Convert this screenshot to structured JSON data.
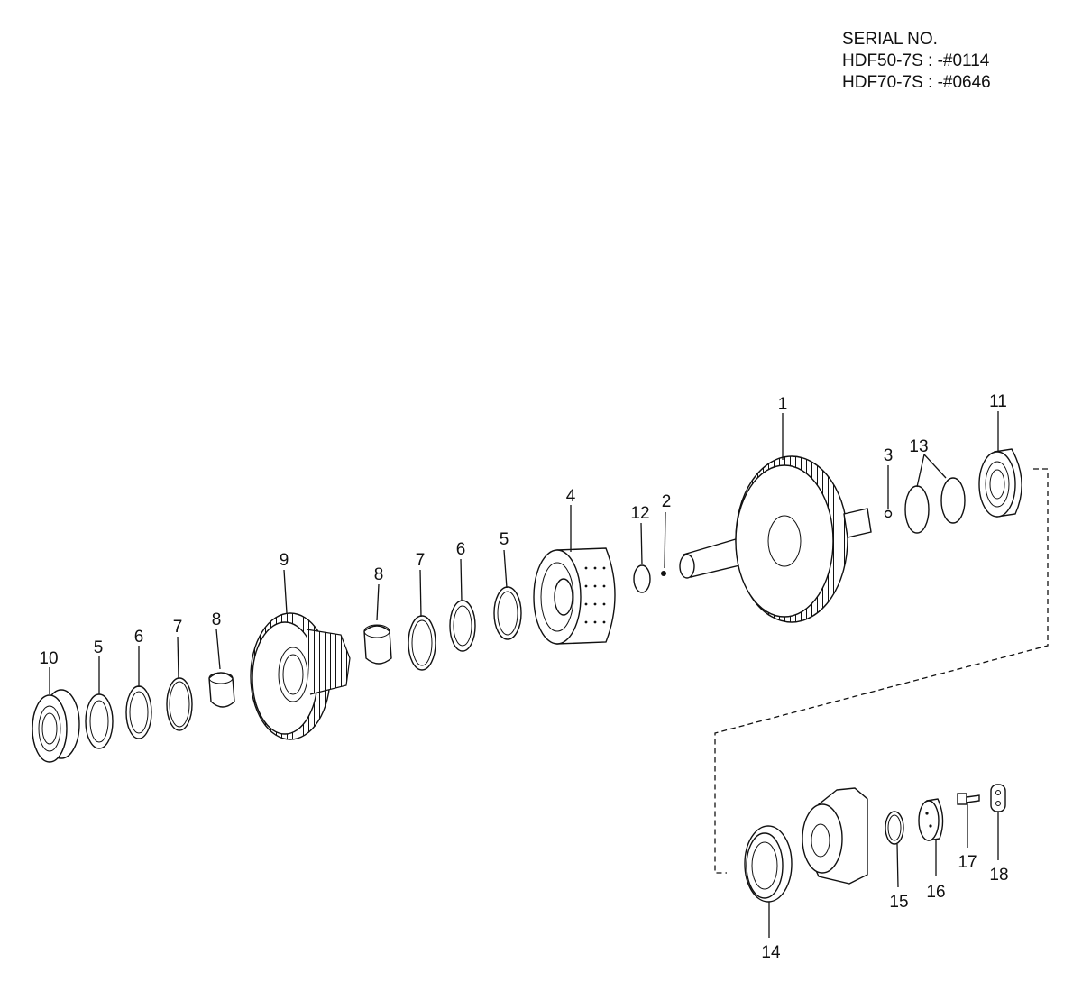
{
  "serial": {
    "heading": "SERIAL NO.",
    "line1": "HDF50-7S : -#0114",
    "line2": "HDF70-7S : -#0646"
  },
  "callouts": {
    "c1": "1",
    "c2": "2",
    "c3": "3",
    "c4": "4",
    "c5a": "5",
    "c5b": "5",
    "c6a": "6",
    "c6b": "6",
    "c7a": "7",
    "c7b": "7",
    "c8a": "8",
    "c8b": "8",
    "c9": "9",
    "c10": "10",
    "c11": "11",
    "c12": "12",
    "c13": "13",
    "c14": "14",
    "c15": "15",
    "c16": "16",
    "c17": "17",
    "c18": "18"
  }
}
